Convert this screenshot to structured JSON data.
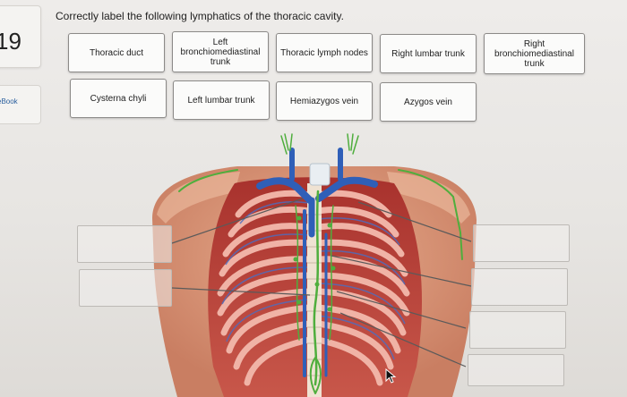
{
  "question": {
    "number": "19",
    "ebook_label": "eBook",
    "prompt": "Correctly label the following lymphatics of the thoracic cavity."
  },
  "label_bank": [
    "Thoracic duct",
    "Left bronchiomediastinal trunk",
    "Thoracic lymph nodes",
    "Right lumbar trunk",
    "Right bronchiomediastinal trunk",
    "Cysterna chyli",
    "Left lumbar trunk",
    "Hemiazygos vein",
    "Azygos vein"
  ],
  "colors": {
    "lymph_vessel": "#4fae3d",
    "vein": "#2f5fb8",
    "rib": "#e8a59a",
    "muscle": "#b5413a",
    "skin": "#d9977a"
  },
  "icons": [
    "mouse-pointer-icon"
  ]
}
